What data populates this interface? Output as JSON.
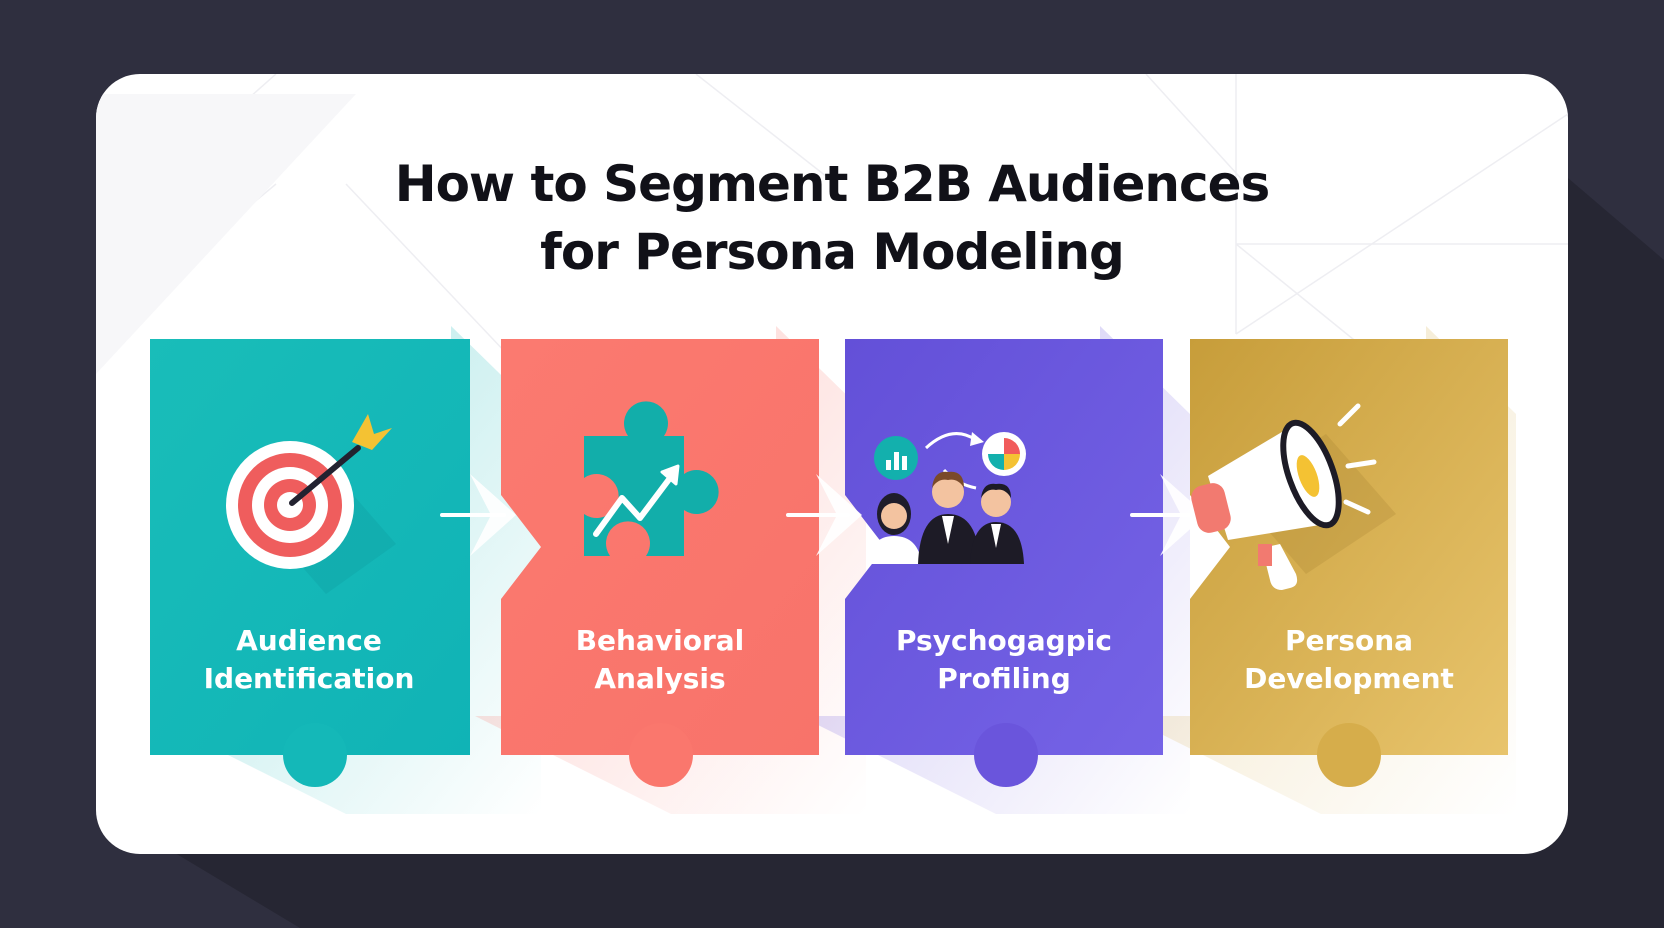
{
  "title": {
    "line1": "How to Segment B2B Audiences",
    "line2": "for Persona Modeling"
  },
  "colors": {
    "background": "#2f2f3f",
    "card": "#ffffff",
    "step1": "#14b8b8",
    "step2": "#fa776d",
    "step3": "#6a55dc",
    "step4": "#d6ad4b"
  },
  "steps": [
    {
      "line1": "Audience",
      "line2": "Identification",
      "icon": "target-arrow-icon"
    },
    {
      "line1": "Behavioral",
      "line2": "Analysis",
      "icon": "puzzle-trend-icon"
    },
    {
      "line1": "Psychogagpic",
      "line2": "Profiling",
      "icon": "people-analytics-icon"
    },
    {
      "line1": "Persona",
      "line2": "Development",
      "icon": "megaphone-icon"
    }
  ]
}
